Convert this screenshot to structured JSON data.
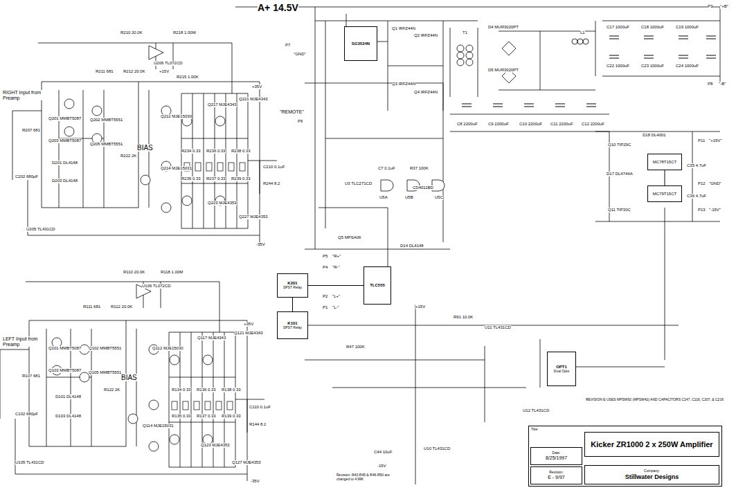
{
  "diagram": {
    "nodes": [
      {
        "text": [
          "Title:"
        ]
      },
      {
        "text": [
          "Kicker ZR1000 2 x 250W Amplifier"
        ],
        "in": 0
      },
      {
        "text": [
          "Company:",
          "Stillwater Designs"
        ],
        "in": 0
      },
      {
        "text": [
          "Date:",
          "8/25/1997"
        ],
        "in": 0
      },
      {
        "text": [
          "Revision:",
          "E - 9/97"
        ],
        "in": 0
      },
      {
        "text": [
          "SG3524N"
        ]
      },
      {
        "text": [
          "TLC555"
        ]
      },
      {
        "text": [
          "K201",
          "SPST Relay"
        ]
      },
      {
        "text": [
          "K101",
          "SPST Relay"
        ]
      },
      {
        "text": [
          "OPT1",
          "Dual Opto"
        ]
      },
      {
        "text": [
          "MC78T15CT"
        ]
      },
      {
        "text": [
          "MC79T15CT"
        ]
      }
    ],
    "edges": [
      {
        "from": 7,
        "to": 8,
        "arrow": "none"
      },
      {
        "from": 6,
        "to": 7,
        "arrow": "none"
      },
      {
        "from": 10,
        "to": 11,
        "arrow": "none"
      }
    ],
    "labels": [
      "A+ 14.5V",
      "RIGHT Input from Preamp",
      "LEFT Input from Preamp",
      "BIAS",
      "BIAS",
      "\"REMOTE\"",
      "P6",
      "P7",
      "\"GND\"",
      "P5",
      "\"R+\"",
      "P4",
      "\"R-\"",
      "P2",
      "\"L+\"",
      "P1",
      "\"L-\"",
      "U206 TL072CD",
      "R210 20.0K",
      "R218 1.00M",
      "R215 1.00K",
      "+15V",
      "R211 681",
      "R212 20.0K",
      "Q201 MMBT5087",
      "Q203 MMBT5087",
      "Q202 MMBT5551",
      "Q205 MMBT5551",
      "D201 DL4148",
      "D203 DL4148",
      "U205 TL431CD",
      "R222 2K",
      "Q212 MJE15030",
      "Q214 MJE15031",
      "Q217 MJE4343",
      "Q221 MJE4343",
      "Q223 MJE4353",
      "Q227 MJE4353",
      "R234 0.33",
      "R236 0.33",
      "R238 0.33",
      "R235 0.33",
      "R237 0.33",
      "R239 0.33",
      "C210 0.1uF",
      "R244 8.2",
      "+35V",
      "-35V",
      "C202 680pF",
      "R207 681",
      "U106 TL072CD",
      "R110 20.0K",
      "R118 1.00M",
      "R111 681",
      "R112 20.0K",
      "Q101 MMBT5087",
      "Q103 MMBT5087",
      "Q102 MMBT5551",
      "Q105 MMBT5551",
      "D101 DL4148",
      "D103 DL4148",
      "U105 TL431CD",
      "R122 2K",
      "Q112 MJE15030",
      "Q114 MJE15031",
      "Q117 MJE4343",
      "Q121 MJE4343",
      "Q123 MJE4353",
      "Q127 MJE4353",
      "R134 0.33",
      "R136 0.33",
      "R138 0.33",
      "R135 0.33",
      "R137 0.33",
      "R139 0.33",
      "C110 0.1uF",
      "R144 8.2",
      "+35V",
      "-35V",
      "C102 680pF",
      "R107 681",
      "Q1 IRFZ44N",
      "Q2 IRFZ44N",
      "Q3 IRFZ44N",
      "Q4 IRFZ44N",
      "T1",
      "D4 MUR3020PT",
      "D5 MUR3020PT",
      "L1",
      "C17 1000uF",
      "C18 1000uF",
      "C19 1000uF",
      "C22 1000uF",
      "C23 1000uF",
      "C24 1000uF",
      "C8 2200uF",
      "C9 2200uF",
      "C10 2200uF",
      "C11 2200uF",
      "C12 2200uF",
      "P3",
      "\"+B\"",
      "P8",
      "\"-B\"",
      "CD4011BD",
      "U5A",
      "U5B",
      "U5C",
      "U3 TLC271CD",
      "Q5 MPSA06",
      "D14 DL4148",
      "C7 0.1uF",
      "R37 100K",
      "D18 DL4001",
      "Q10 TIP29C",
      "Q11 TIP30C",
      "D17 DL4744A",
      "C35 4.7uF",
      "C36 4.7uF",
      "P11",
      "\"+15V\"",
      "P12",
      "\"GND\"",
      "P13",
      "\"-15V\"",
      "R91 10.0K",
      "U11 TL431CD",
      "U12 TL431CD",
      "U10 TL431CD",
      "+15V",
      "-15V",
      "C44 10uF",
      "R47 100K",
      "REVISION E USES MPSW92 (MPSW42) AND CAPACITORS C147, C116, C207, & C216",
      "Revision: R43-R45 & R46-R50 are changed to 4.99K"
    ]
  }
}
